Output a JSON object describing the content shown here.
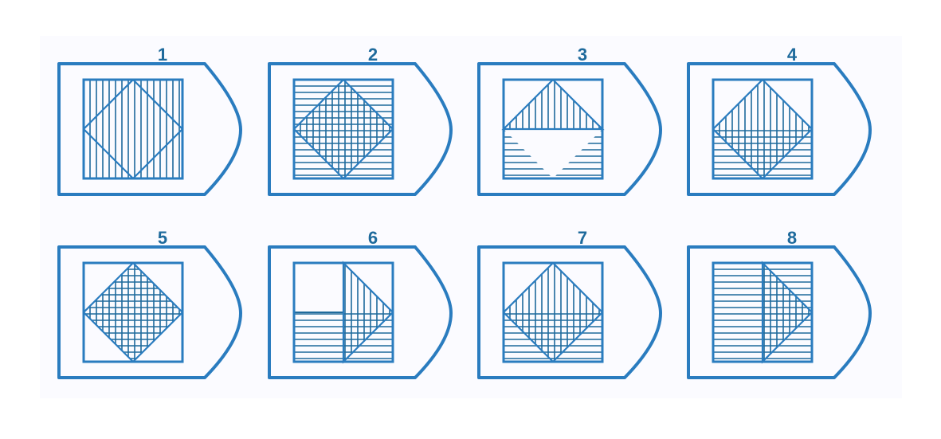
{
  "colors": {
    "frame": "#2a7cbf",
    "hatch": "#1e6a9c",
    "label": "#1e6a9c"
  },
  "figures": [
    {
      "label": "1",
      "pattern": "vertical-lines-square-with-outlined-diamond"
    },
    {
      "label": "2",
      "pattern": "horizontal-lines-square-with-crosshatched-diamond"
    },
    {
      "label": "3",
      "pattern": "vertical-lines-top-triangle-horizontal-lines-bottom-corners"
    },
    {
      "label": "4",
      "pattern": "vertical-lines-diamond-top-crosshatched-diamond-bottom"
    },
    {
      "label": "5",
      "pattern": "crosshatched-diamond-only"
    },
    {
      "label": "6",
      "pattern": "horizontal-lines-bottom-vertical-lines-right-triangle"
    },
    {
      "label": "7",
      "pattern": "vertical-lines-diamond-horizontal-lines-bottom-band"
    },
    {
      "label": "8",
      "pattern": "horizontal-lines-square-with-vertical-lines-right-triangle"
    }
  ]
}
